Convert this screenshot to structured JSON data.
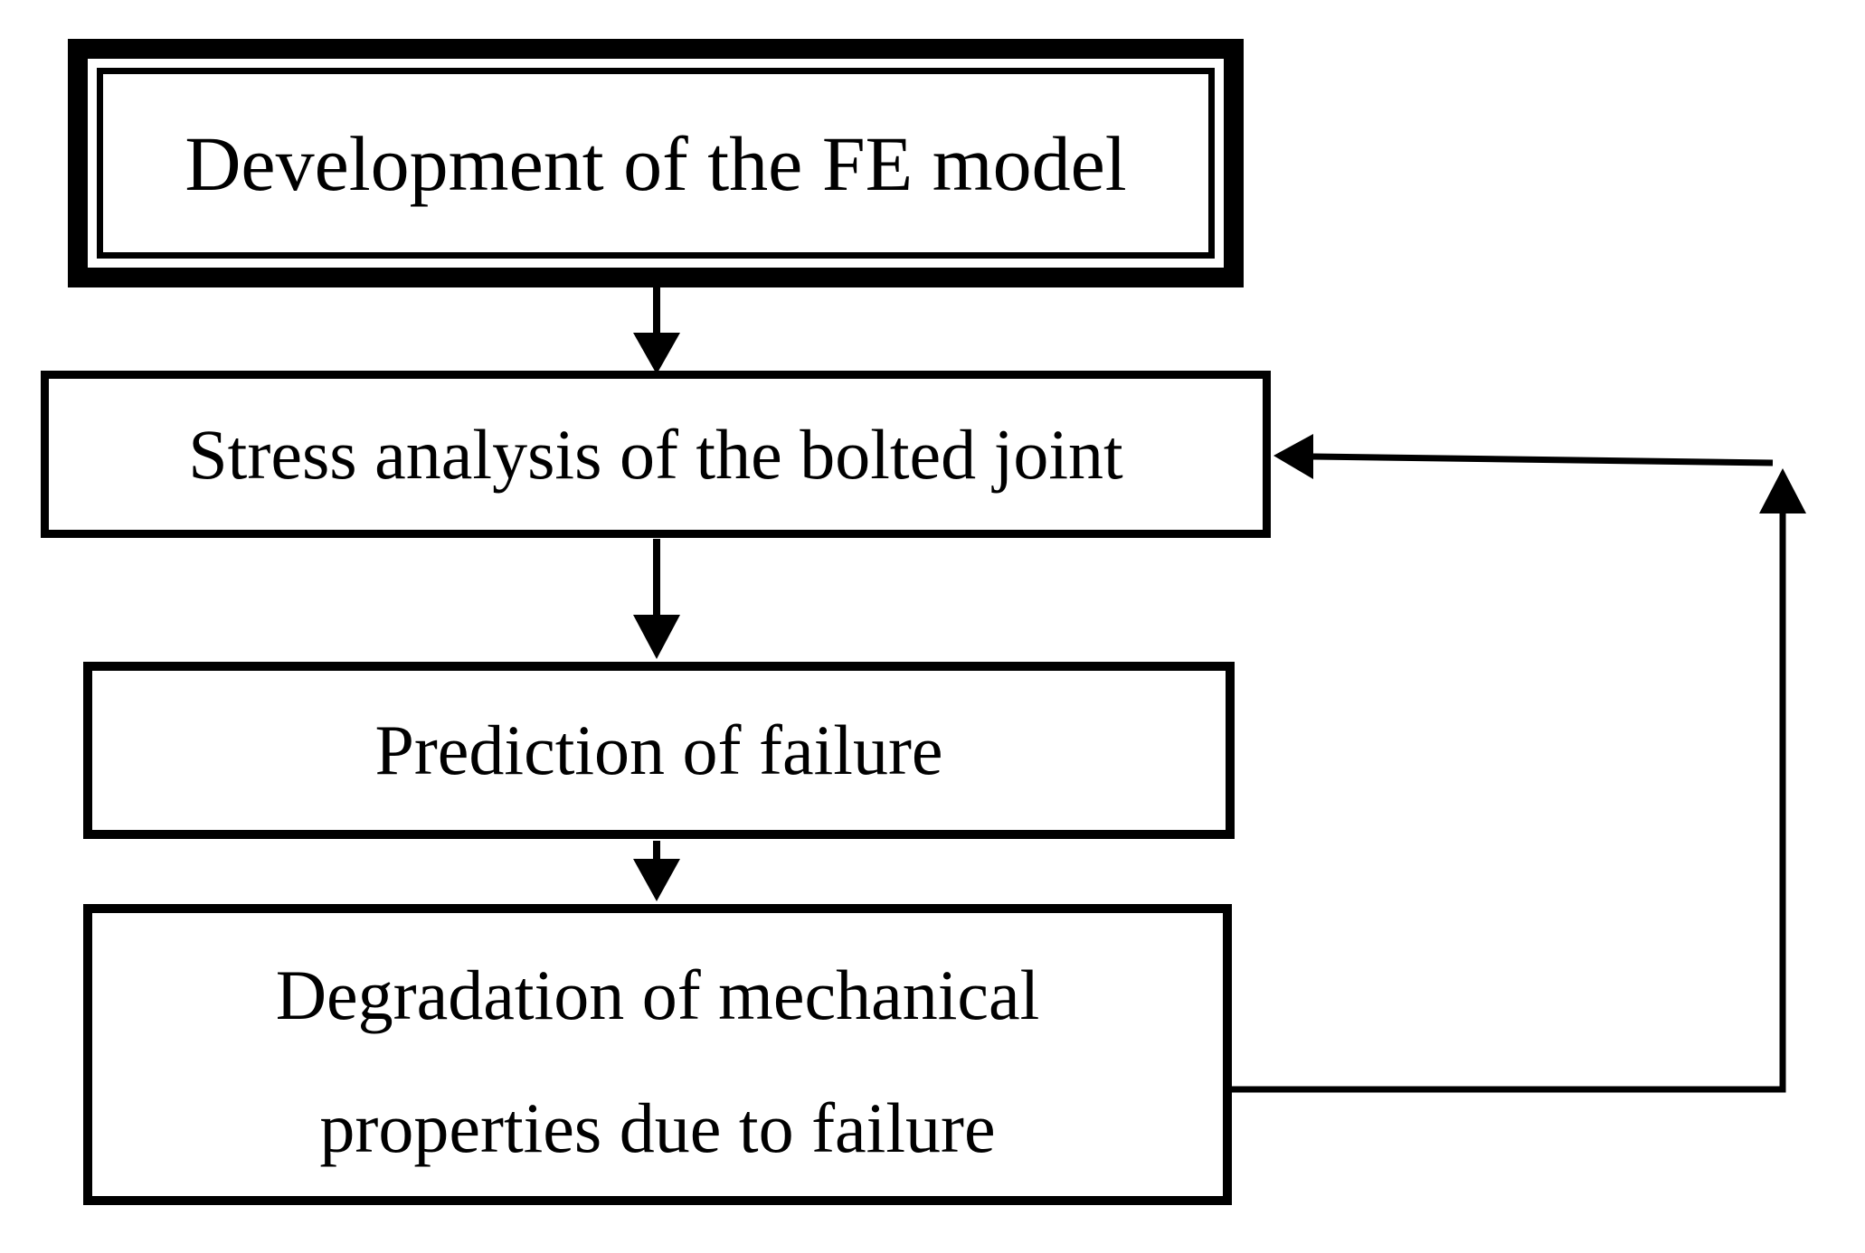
{
  "diagram": {
    "boxes": [
      {
        "id": "fe-model",
        "label": "Development of the FE model",
        "border": "double"
      },
      {
        "id": "stress-analysis",
        "label": "Stress analysis of the bolted joint",
        "border": "single"
      },
      {
        "id": "prediction-of-failure",
        "label": "Prediction of failure",
        "border": "single"
      },
      {
        "id": "degradation",
        "label": "Degradation of mechanical properties due to failure",
        "lines": [
          "Degradation of mechanical",
          "properties due to failure"
        ],
        "border": "single"
      }
    ],
    "connectors": [
      {
        "from": "fe-model",
        "to": "stress-analysis",
        "type": "arrow-down"
      },
      {
        "from": "stress-analysis",
        "to": "prediction-of-failure",
        "type": "arrow-down"
      },
      {
        "from": "prediction-of-failure",
        "to": "degradation",
        "type": "arrow-down"
      },
      {
        "from": "degradation",
        "to": "stress-analysis",
        "type": "feedback-loop-right-up-left"
      }
    ],
    "colors": {
      "line": "#000000",
      "text": "#000000",
      "background": "#ffffff",
      "box_fill": "#ffffff"
    }
  }
}
